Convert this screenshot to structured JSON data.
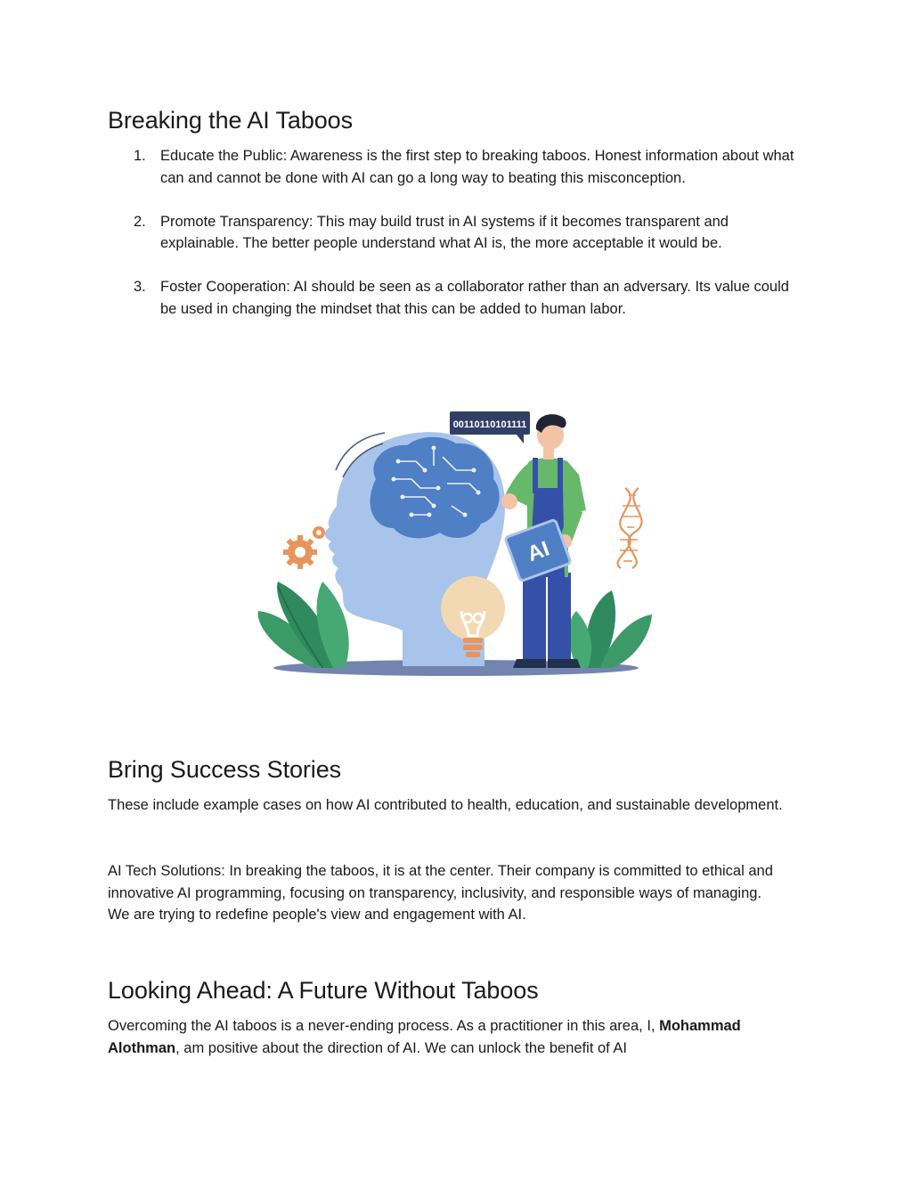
{
  "section1": {
    "title": "Breaking the AI Taboos",
    "items": [
      {
        "num": "1.",
        "text": "Educate the Public: Awareness is the first step to breaking taboos. Honest information about what can and cannot be done with AI can go a long way to beating this misconception."
      },
      {
        "num": "2.",
        "text": "Promote Transparency: This may build trust in AI systems if it becomes transparent and explainable. The better people understand what AI is, the more acceptable it would be."
      },
      {
        "num": "3.",
        "text": "Foster Cooperation: AI should be seen as a collaborator rather than an adversary. Its value could be used in changing the mindset that this can be added to human labor."
      }
    ]
  },
  "illustration": {
    "binary_text": "00110110101111",
    "chip_text": "AI",
    "colors": {
      "head": "#a9c4ea",
      "brain": "#4f7fc4",
      "overalls": "#3550a8",
      "shirt": "#66b86a",
      "leaf": "#2f8a5e",
      "gear": "#e8945a",
      "bulb": "#f3d9b1"
    }
  },
  "section2": {
    "title": "Bring Success Stories",
    "para1": "These include example cases on how AI contributed to health, education, and sustainable development.",
    "para2": "AI Tech Solutions: In breaking the taboos, it is at the center. Their company is committed to ethical and innovative AI programming, focusing on transparency, inclusivity, and responsible ways of managing. We are trying to redefine people's view and engagement with AI."
  },
  "section3": {
    "title": "Looking Ahead: A Future Without Taboos",
    "para_start": "Overcoming the AI taboos is a never-ending process. As a practitioner in this area, I, ",
    "author": "Mohammad Alothman",
    "para_end": ", am positive about the direction of AI. We can unlock the benefit of AI"
  }
}
